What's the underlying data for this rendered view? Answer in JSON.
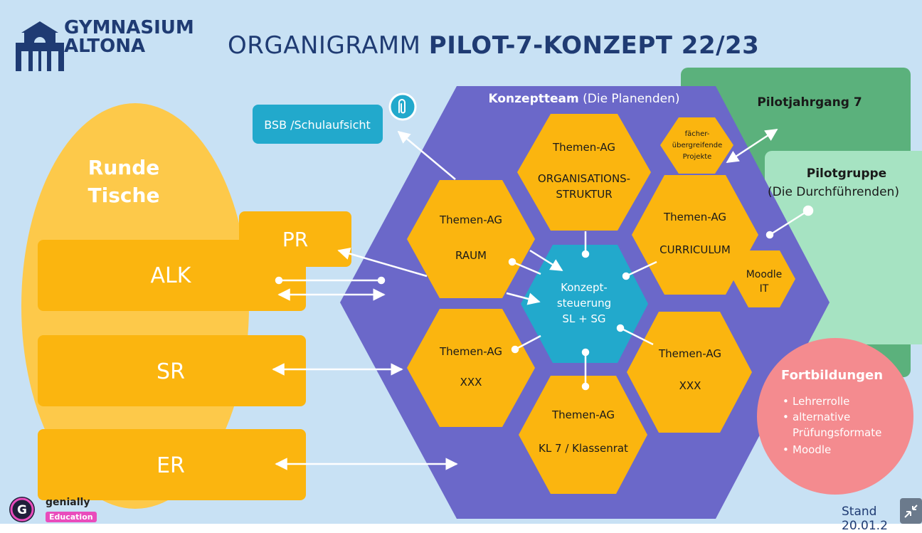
{
  "header": {
    "logo_line1": "GYMNASIUM",
    "logo_line2": "ALTONA",
    "title_light": "ORGANIGRAMM ",
    "title_bold": "PILOT-7-KONZEPT 22/23"
  },
  "left": {
    "runde_line1": "Runde",
    "runde_line2": "Tische",
    "pr": "PR",
    "alk": "ALK",
    "sr": "SR",
    "er": "ER"
  },
  "bsb": "BSB /Schulaufsicht",
  "konzeptteam": {
    "bold": "Konzeptteam",
    "rest": " (Die Planenden)"
  },
  "hexes": {
    "organisation": {
      "l1": "Themen-AG",
      "l2": "ORGANISATIONS-",
      "l3": "STRUKTUR"
    },
    "raum": {
      "l1": "Themen-AG",
      "l2": "RAUM"
    },
    "curriculum": {
      "l1": "Themen-AG",
      "l2": "CURRICULUM"
    },
    "xxx_left": {
      "l1": "Themen-AG",
      "l2": "XXX"
    },
    "xxx_right": {
      "l1": "Themen-AG",
      "l2": "XXX"
    },
    "kl7": {
      "l1": "Themen-AG",
      "l2": "KL 7 / Klassenrat"
    },
    "center": {
      "l1": "Konzept-",
      "l2": "steuerung",
      "l3": "SL + SG"
    },
    "faecher": {
      "l1": "fächer-",
      "l2": "übergreifende",
      "l3": "Projekte"
    },
    "moodle": {
      "l1": "Moodle",
      "l2": "IT"
    }
  },
  "right": {
    "pilotjahrgang": "Pilotjahrgang 7",
    "pilotgruppe": "Pilotgruppe",
    "pilotgruppe_sub": "(Die Durchführenden)"
  },
  "fortbildungen": {
    "title": "Fortbildungen",
    "items": [
      "Lehrerrolle",
      "alternative",
      "Prüfungsformate",
      "Moodle"
    ]
  },
  "footer": {
    "stand": "Stand 20.01.2",
    "genially": "genially",
    "education": "Education"
  },
  "colors": {
    "orange": "#fbb50f",
    "purple": "#6b68c9",
    "teal": "#22a9cc",
    "navy": "#1f3b73",
    "green": "#5bb17c",
    "light_green": "#a6e3c2",
    "pink": "#f48b8f",
    "background": "#c8e1f4"
  }
}
